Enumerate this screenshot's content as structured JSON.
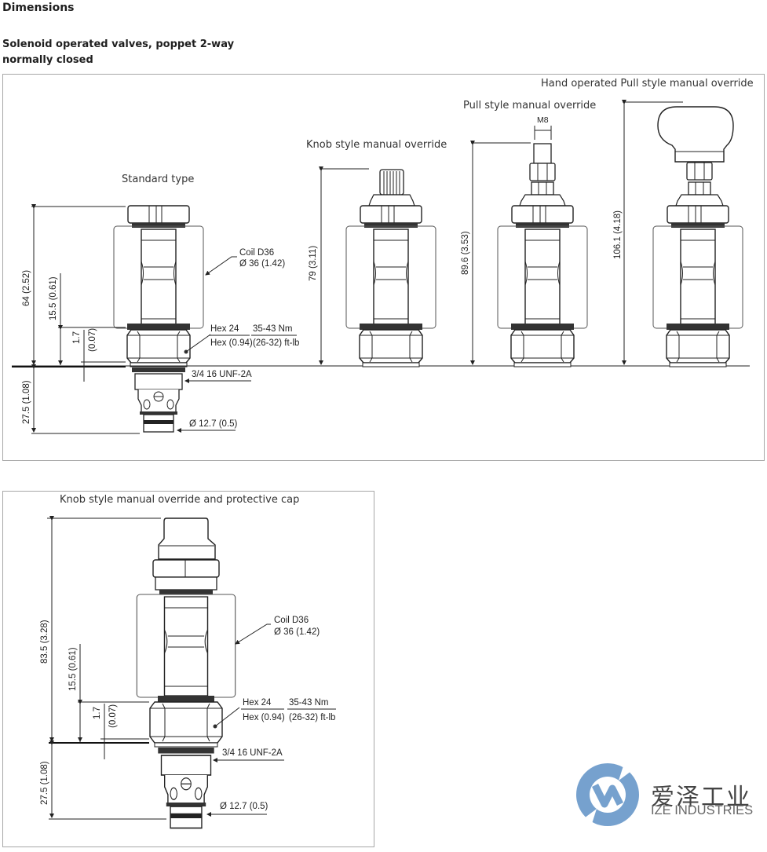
{
  "header": {
    "title": "Dimensions",
    "subtitle_line1": "Solenoid operated valves, poppet 2-way",
    "subtitle_line2": "normally closed"
  },
  "panel_top": {
    "variants": [
      {
        "caption": "Standard type"
      },
      {
        "caption": "Knob style manual override",
        "height_dim": "79 (3.11)"
      },
      {
        "caption": "Pull style manual override",
        "height_dim": "89.6 (3.53)",
        "thread_label": "M8"
      },
      {
        "caption": "Hand operated Pull style manual override",
        "height_dim": "106.1 (4.18)"
      }
    ],
    "standard": {
      "overall_height": "64 (2.52)",
      "coil_offset": "15.5 (0.61)",
      "gap_mm": "1.7",
      "gap_in": "(0.07)",
      "lower_height": "27.5 (1.08)",
      "coil_label": "Coil D36",
      "coil_dia": "Ø 36 (1.42)",
      "hex_label": "Hex 24",
      "hex_in": "Hex (0.94)",
      "torque_nm": "35-43 Nm",
      "torque_ftlb": "(26-32) ft-lb",
      "thread": "3/4 16 UNF-2A",
      "tip_dia": "Ø 12.7 (0.5)"
    }
  },
  "panel_bottom": {
    "caption": "Knob style manual override and protective cap",
    "overall_height": "83.5 (3.28)",
    "coil_offset": "15.5 (0.61)",
    "gap_mm": "1.7",
    "gap_in": "(0.07)",
    "lower_height": "27.5 (1.08)",
    "coil_label": "Coil D36",
    "coil_dia": "Ø 36 (1.42)",
    "hex_label": "Hex 24",
    "hex_in": "Hex (0.94)",
    "torque_nm": "35-43 Nm",
    "torque_ftlb": "(26-32) ft-lb",
    "thread": "3/4 16 UNF-2A",
    "tip_dia": "Ø 12.7 (0.5)"
  },
  "watermark": {
    "cn": "爱泽工业",
    "en": "IZE INDUSTRIES",
    "color": "#6f9dcc"
  }
}
